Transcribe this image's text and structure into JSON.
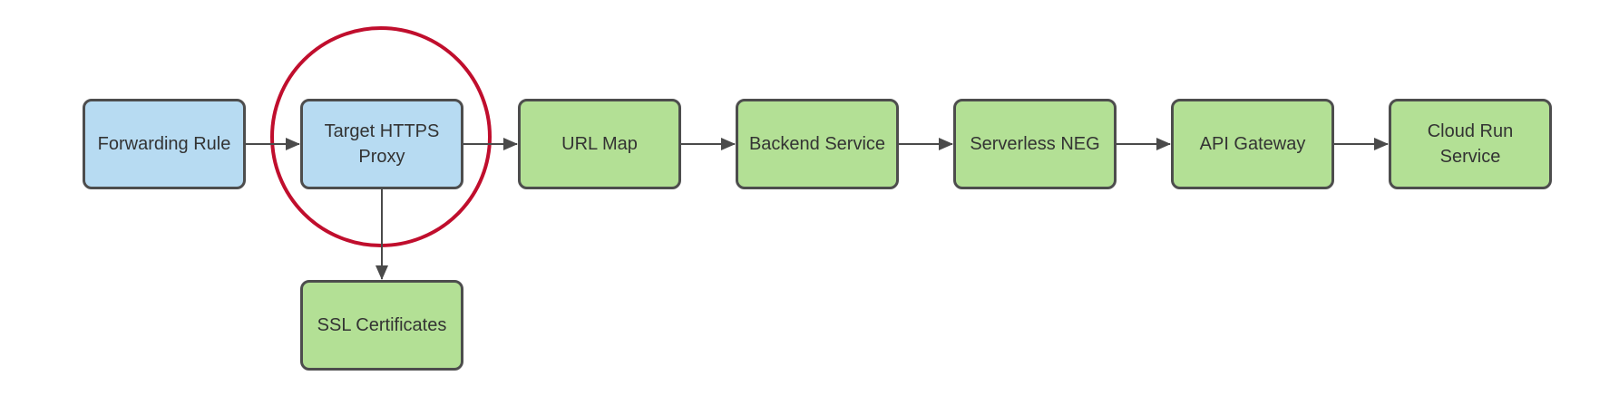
{
  "diagram": {
    "type": "flowchart",
    "nodes": [
      {
        "id": "forwarding-rule",
        "label": "Forwarding Rule",
        "fill": "#B7DBF2",
        "color_group": "blue"
      },
      {
        "id": "target-https-proxy",
        "label": "Target HTTPS\nProxy",
        "fill": "#B7DBF2",
        "color_group": "blue",
        "highlighted": true
      },
      {
        "id": "url-map",
        "label": "URL Map",
        "fill": "#B3E095",
        "color_group": "green"
      },
      {
        "id": "backend-service",
        "label": "Backend Service",
        "fill": "#B3E095",
        "color_group": "green"
      },
      {
        "id": "serverless-neg",
        "label": "Serverless NEG",
        "fill": "#B3E095",
        "color_group": "green"
      },
      {
        "id": "api-gateway",
        "label": "API Gateway",
        "fill": "#B3E095",
        "color_group": "green"
      },
      {
        "id": "cloud-run-service",
        "label": "Cloud Run\nService",
        "fill": "#B3E095",
        "color_group": "green"
      },
      {
        "id": "ssl-certificates",
        "label": "SSL Certificates",
        "fill": "#B3E095",
        "color_group": "green"
      }
    ],
    "edges": [
      {
        "from": "Forwarding Rule",
        "to": "Target HTTPS Proxy",
        "direction": "right"
      },
      {
        "from": "Target HTTPS Proxy",
        "to": "URL Map",
        "direction": "right"
      },
      {
        "from": "URL Map",
        "to": "Backend Service",
        "direction": "right"
      },
      {
        "from": "Backend Service",
        "to": "Serverless NEG",
        "direction": "right"
      },
      {
        "from": "Serverless NEG",
        "to": "API Gateway",
        "direction": "right"
      },
      {
        "from": "API Gateway",
        "to": "Cloud Run Service",
        "direction": "right"
      },
      {
        "from": "Target HTTPS Proxy",
        "to": "SSL Certificates",
        "direction": "down"
      }
    ],
    "annotations": [
      {
        "shape": "circle",
        "around": "Target HTTPS Proxy",
        "color": "#C00E2D"
      }
    ],
    "colors": {
      "node_border": "#4D4D4D",
      "connector": "#4A4A4A",
      "text": "#333333",
      "highlight": "#C00E2D",
      "blue_fill": "#B7DBF2",
      "green_fill": "#B3E095",
      "background": "#FFFFFF"
    }
  }
}
